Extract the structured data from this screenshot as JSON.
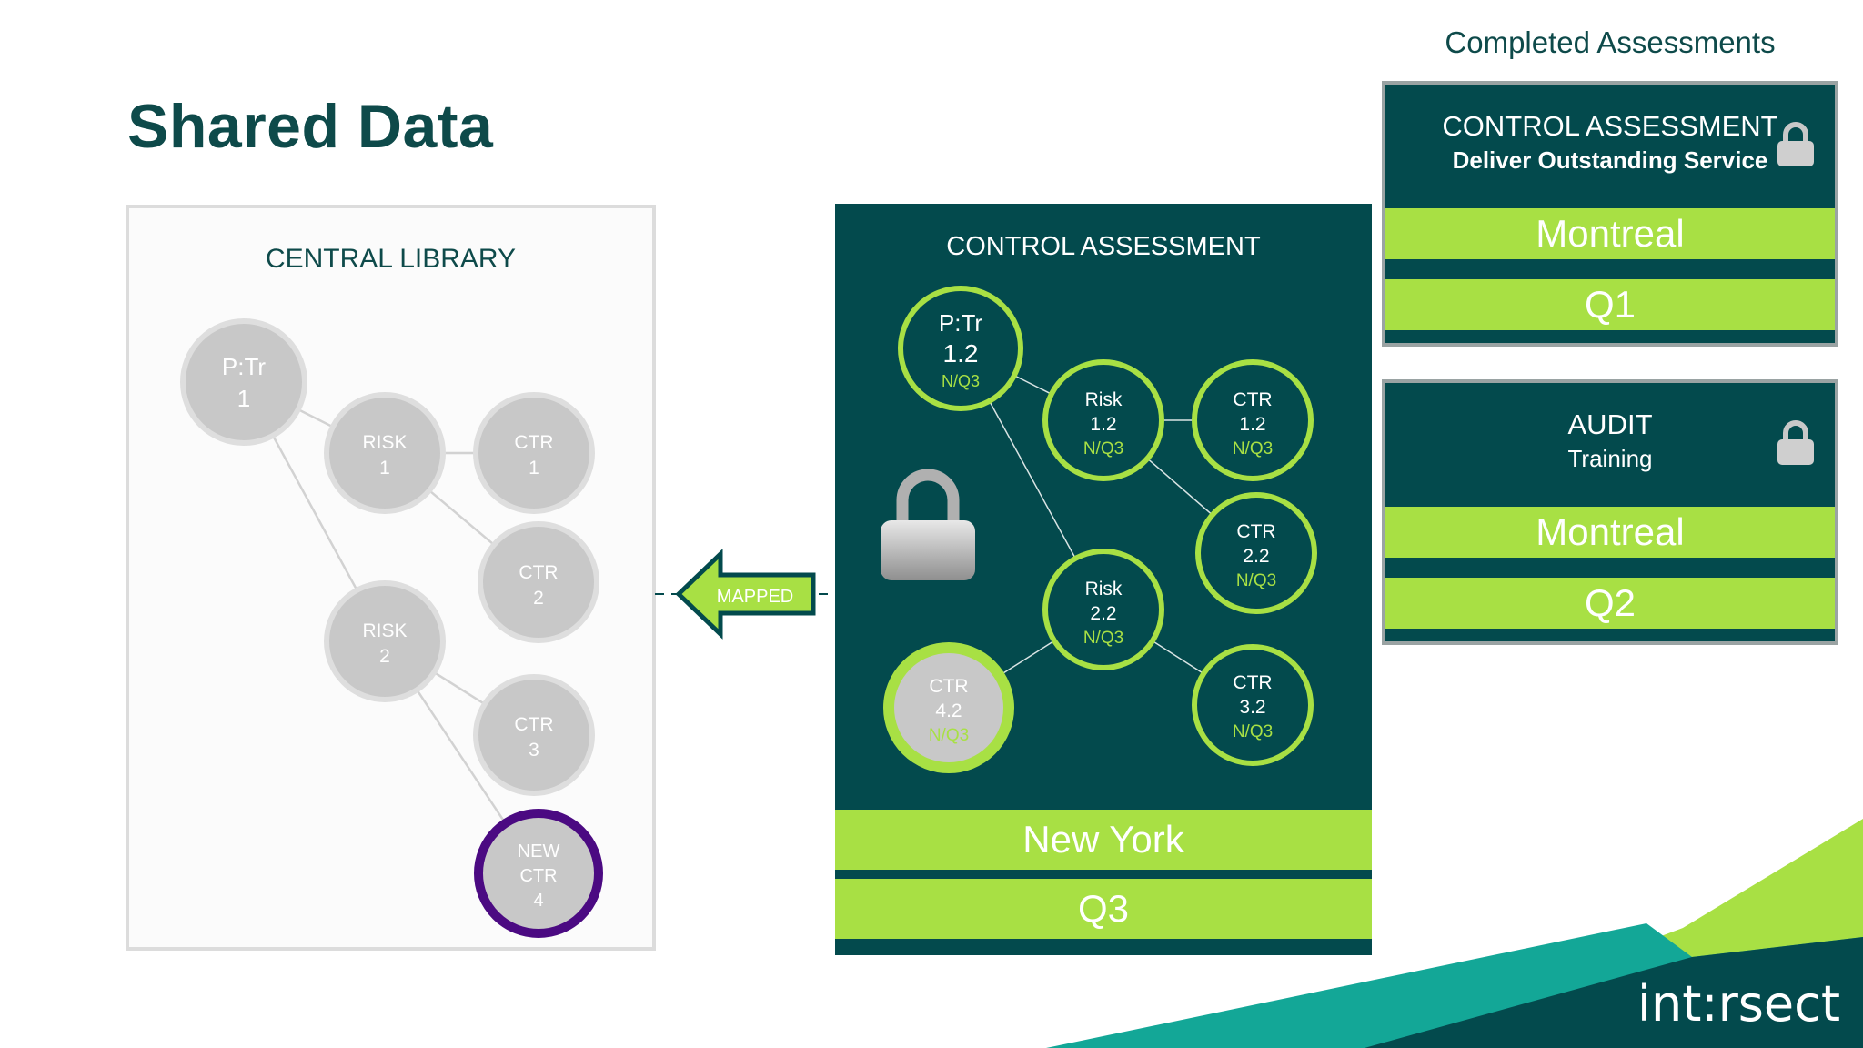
{
  "title": "Shared Data",
  "completed_label": "Completed Assessments",
  "library": {
    "title": "CENTRAL LIBRARY",
    "nodes": [
      {
        "id": "ptr1",
        "lines": [
          "P:Tr",
          "1"
        ]
      },
      {
        "id": "risk1",
        "lines": [
          "RISK",
          "1"
        ]
      },
      {
        "id": "ctr1",
        "lines": [
          "CTR",
          "1"
        ]
      },
      {
        "id": "ctr2",
        "lines": [
          "CTR",
          "2"
        ]
      },
      {
        "id": "risk2",
        "lines": [
          "RISK",
          "2"
        ]
      },
      {
        "id": "ctr3",
        "lines": [
          "CTR",
          "3"
        ]
      },
      {
        "id": "newctr4",
        "lines": [
          "NEW",
          "CTR",
          "4"
        ]
      }
    ]
  },
  "mapped_label": "MAPPED",
  "assessment": {
    "title": "CONTROL ASSESSMENT",
    "location": "New York",
    "quarter": "Q3",
    "nodes": [
      {
        "id": "ptr12",
        "lines": [
          "P:Tr",
          "1.2",
          "N/Q3"
        ]
      },
      {
        "id": "risk12",
        "lines": [
          "Risk",
          "1.2",
          "N/Q3"
        ]
      },
      {
        "id": "ctr12",
        "lines": [
          "CTR",
          "1.2",
          "N/Q3"
        ]
      },
      {
        "id": "ctr22",
        "lines": [
          "CTR",
          "2.2",
          "N/Q3"
        ]
      },
      {
        "id": "risk22",
        "lines": [
          "Risk",
          "2.2",
          "N/Q3"
        ]
      },
      {
        "id": "ctr42",
        "lines": [
          "CTR",
          "4.2",
          "N/Q3"
        ]
      },
      {
        "id": "ctr32",
        "lines": [
          "CTR",
          "3.2",
          "N/Q3"
        ]
      }
    ]
  },
  "completed": [
    {
      "title": "CONTROL ASSESSMENT",
      "subtitle": "Deliver Outstanding Service",
      "location": "Montreal",
      "quarter": "Q1"
    },
    {
      "title": "AUDIT",
      "subtitle": "Training",
      "location": "Montreal",
      "quarter": "Q2"
    }
  ],
  "logo_text": "int:rsect",
  "icons": [
    "lock-icon",
    "arrow-left-icon"
  ],
  "colors": {
    "teal": "#034a4d",
    "lime": "#a8e044",
    "gray_node": "#c8c8c8",
    "purple": "#4b0a82"
  }
}
